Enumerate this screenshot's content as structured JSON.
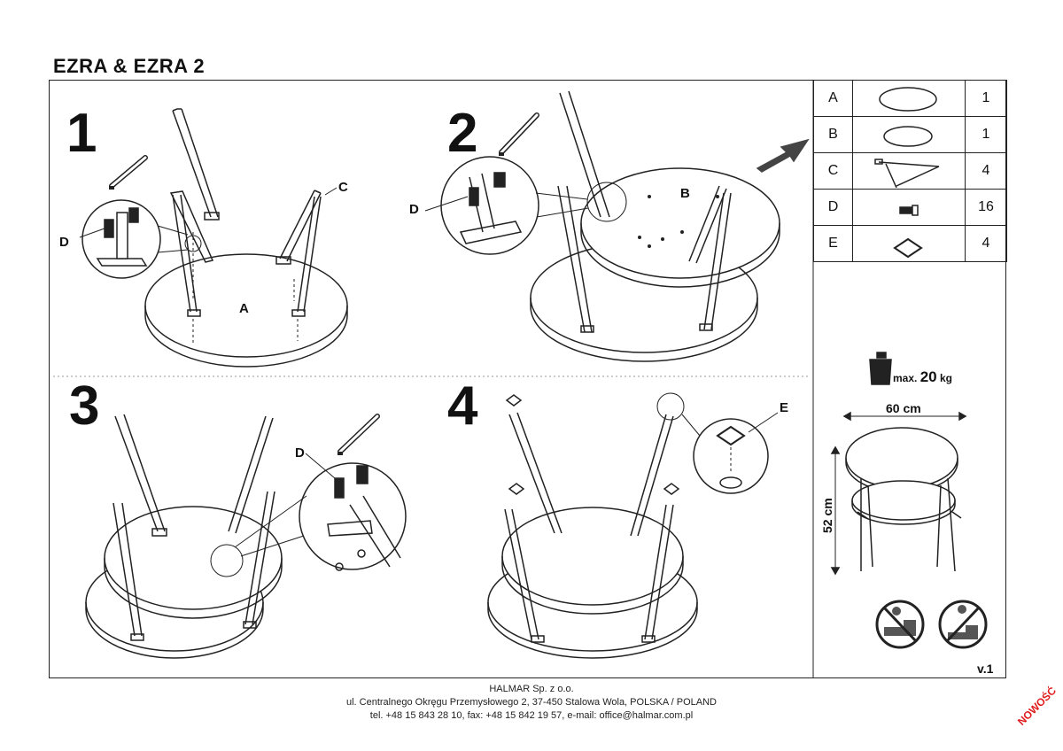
{
  "document": {
    "title": "EZRA & EZRA 2",
    "version": "v.1",
    "badge": "NOWOŚĆ"
  },
  "steps": [
    {
      "number": "1",
      "labels": [
        "D",
        "C",
        "A"
      ]
    },
    {
      "number": "2",
      "labels": [
        "D",
        "B"
      ]
    },
    {
      "number": "3",
      "labels": [
        "D"
      ]
    },
    {
      "number": "4",
      "labels": [
        "E"
      ]
    }
  ],
  "parts": [
    {
      "letter": "A",
      "icon": "large-round-top",
      "qty": "1"
    },
    {
      "letter": "B",
      "icon": "small-round-top",
      "qty": "1"
    },
    {
      "letter": "C",
      "icon": "hairpin-leg",
      "qty": "4"
    },
    {
      "letter": "D",
      "icon": "screw",
      "qty": "16"
    },
    {
      "letter": "E",
      "icon": "felt-pad",
      "qty": "4"
    }
  ],
  "specs": {
    "max_label": "max.",
    "max_value": "20",
    "max_unit": "kg",
    "width": "60 cm",
    "height": "52 cm"
  },
  "footer": {
    "company": "HALMAR Sp. z o.o.",
    "address": "ul. Centralnego Okręgu Przemysłowego 2, 37-450 Stalowa Wola, POLSKA / POLAND",
    "contact": "tel. +48 15 843 28 10, fax: +48 15 842 19 57, e-mail: office@halmar.com.pl"
  }
}
